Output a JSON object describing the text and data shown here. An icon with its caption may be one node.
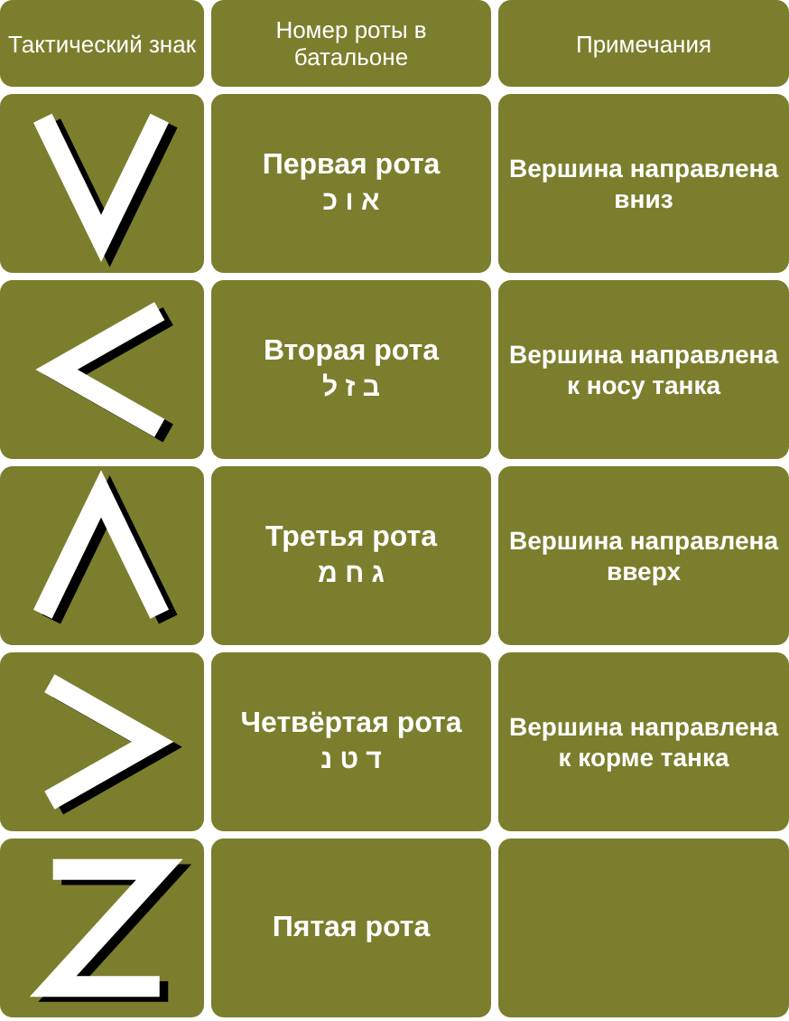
{
  "diagram": {
    "labels": [
      "Тактический знак",
      "Номер роты в батальоне",
      "Примечания",
      "Первая рота",
      "א ו כ",
      "Вершина направлена вниз",
      "Вторая рота",
      "ב ז ל",
      "Вершина направлена к носу танка",
      "Третья рота",
      "ג ח מ",
      "Вершина направлена вверх",
      "Четвёртая рота",
      "ד ט נ",
      "Вершина направлена к корме танка",
      "Пятая рота"
    ]
  }
}
